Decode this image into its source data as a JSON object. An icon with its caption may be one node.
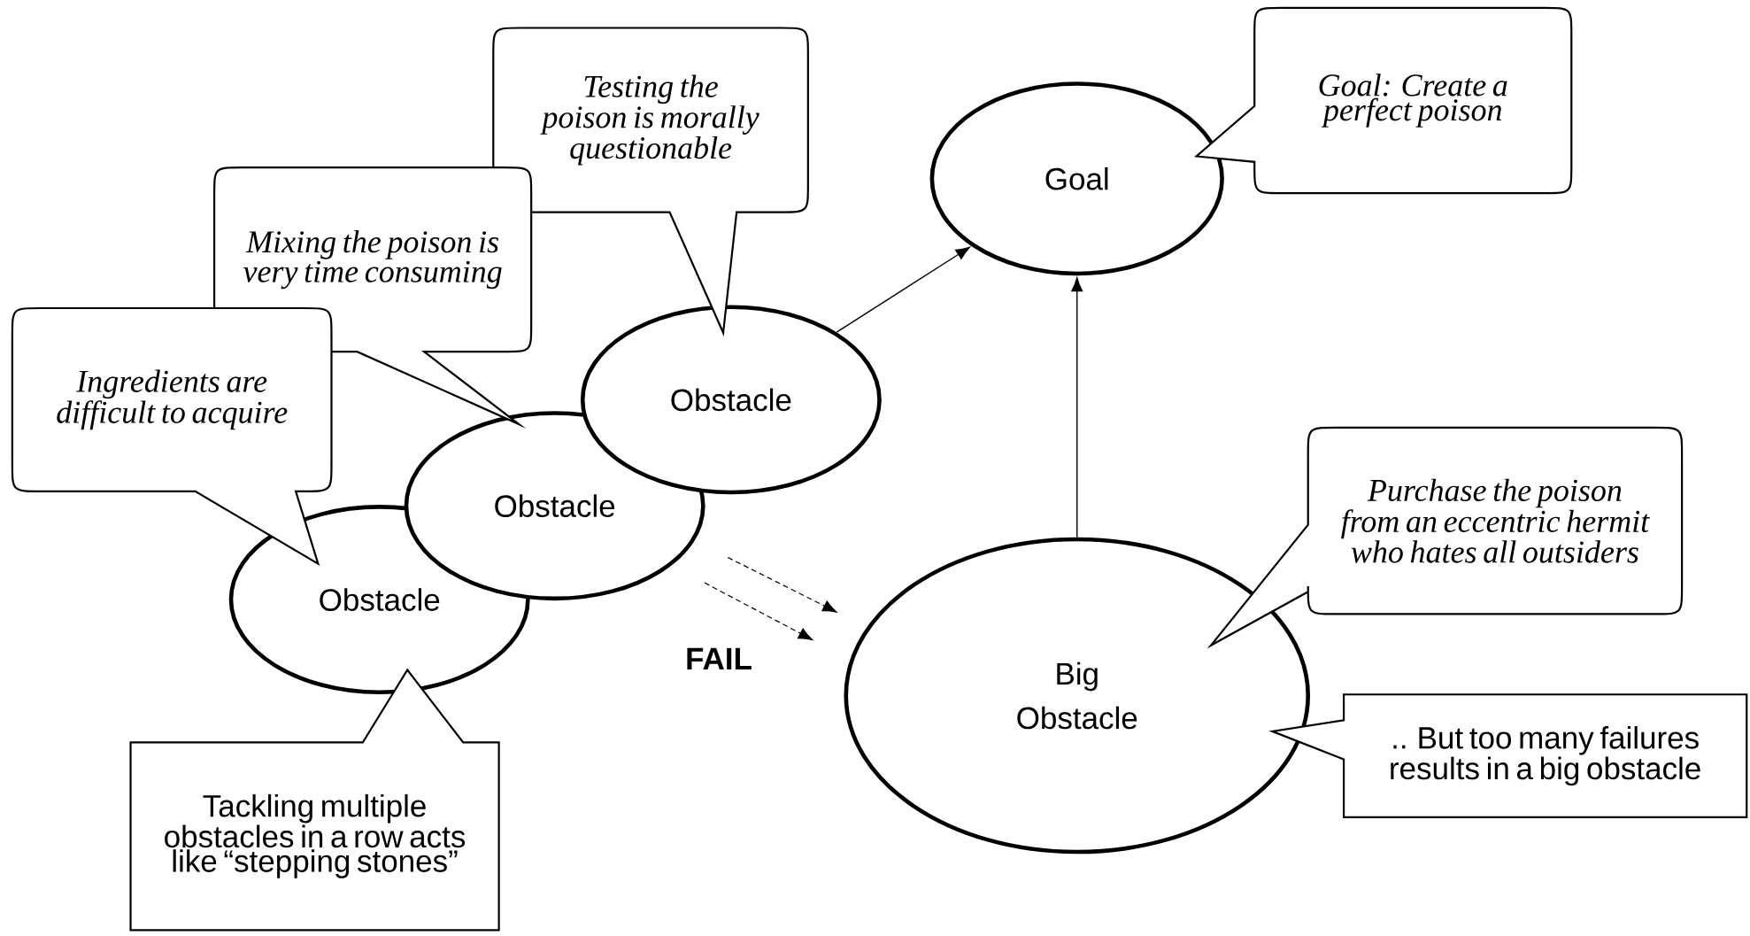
{
  "diagram": {
    "nodes": [
      {
        "text": [
          "Testing the poison is morally questionable"
        ]
      },
      {
        "text": [
          "Goal: Create a perfect poison"
        ]
      },
      {
        "text": [
          "Goal"
        ]
      },
      {
        "text": [
          "Mixing the poison is very time consuming"
        ]
      },
      {
        "text": [
          "Ingredients are difficult to acquire"
        ]
      },
      {
        "text": [
          "Obstacle"
        ]
      },
      {
        "text": [
          "Obstacle"
        ]
      },
      {
        "text": [
          "Obstacle"
        ]
      },
      {
        "text": [
          "Purchase the  poison from an eccentric hermit who hates all outsiders"
        ]
      },
      {
        "text": [
          "Big Obstacle"
        ]
      },
      {
        "text": [
          ".. But too many failures results in a big obstacle"
        ]
      },
      {
        "text": [
          "Tackling multiple obstacles in a row acts like “stepping stones”"
        ]
      }
    ],
    "edges": [
      {
        "from": 5,
        "to": 2,
        "arrow": "to"
      },
      {
        "from": 9,
        "to": 2,
        "arrow": "to"
      },
      {
        "from": 6,
        "to": 9,
        "arrow": "to",
        "style": "dashed"
      },
      {
        "from": 6,
        "to": 9,
        "arrow": "to",
        "style": "dashed"
      }
    ],
    "labels": [
      "FAIL"
    ]
  }
}
